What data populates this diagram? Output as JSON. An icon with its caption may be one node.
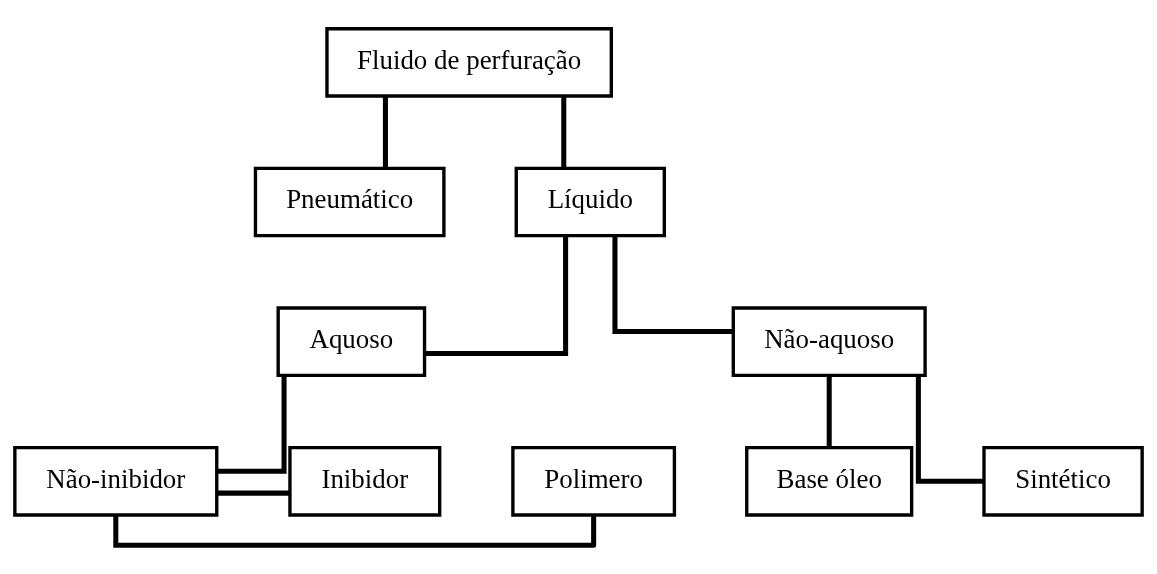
{
  "diagram": {
    "nodes": [
      {
        "text": [
          "Fluido de perfuração"
        ]
      },
      {
        "text": [
          "Pneumático"
        ]
      },
      {
        "text": [
          "Líquido"
        ]
      },
      {
        "text": [
          "Aquoso"
        ]
      },
      {
        "text": [
          "Não-aquoso"
        ]
      },
      {
        "text": [
          "Polimero"
        ]
      },
      {
        "text": [
          "Não-inibidor"
        ]
      },
      {
        "text": [
          "Inibidor"
        ]
      },
      {
        "text": [
          "Base óleo"
        ]
      },
      {
        "text": [
          "Sintético"
        ]
      }
    ],
    "edges": [
      {
        "from": 0,
        "to": 1,
        "arrow": "none"
      },
      {
        "from": 0,
        "to": 2,
        "arrow": "none"
      },
      {
        "from": 2,
        "to": 3,
        "arrow": "none"
      },
      {
        "from": 2,
        "to": 4,
        "arrow": "none"
      },
      {
        "from": 3,
        "to": 6,
        "arrow": "none"
      },
      {
        "from": 6,
        "to": 5,
        "arrow": "none"
      },
      {
        "from": 6,
        "to": 7,
        "arrow": "none"
      },
      {
        "from": 4,
        "to": 8,
        "arrow": "none"
      },
      {
        "from": 4,
        "to": 9,
        "arrow": "none"
      }
    ]
  }
}
